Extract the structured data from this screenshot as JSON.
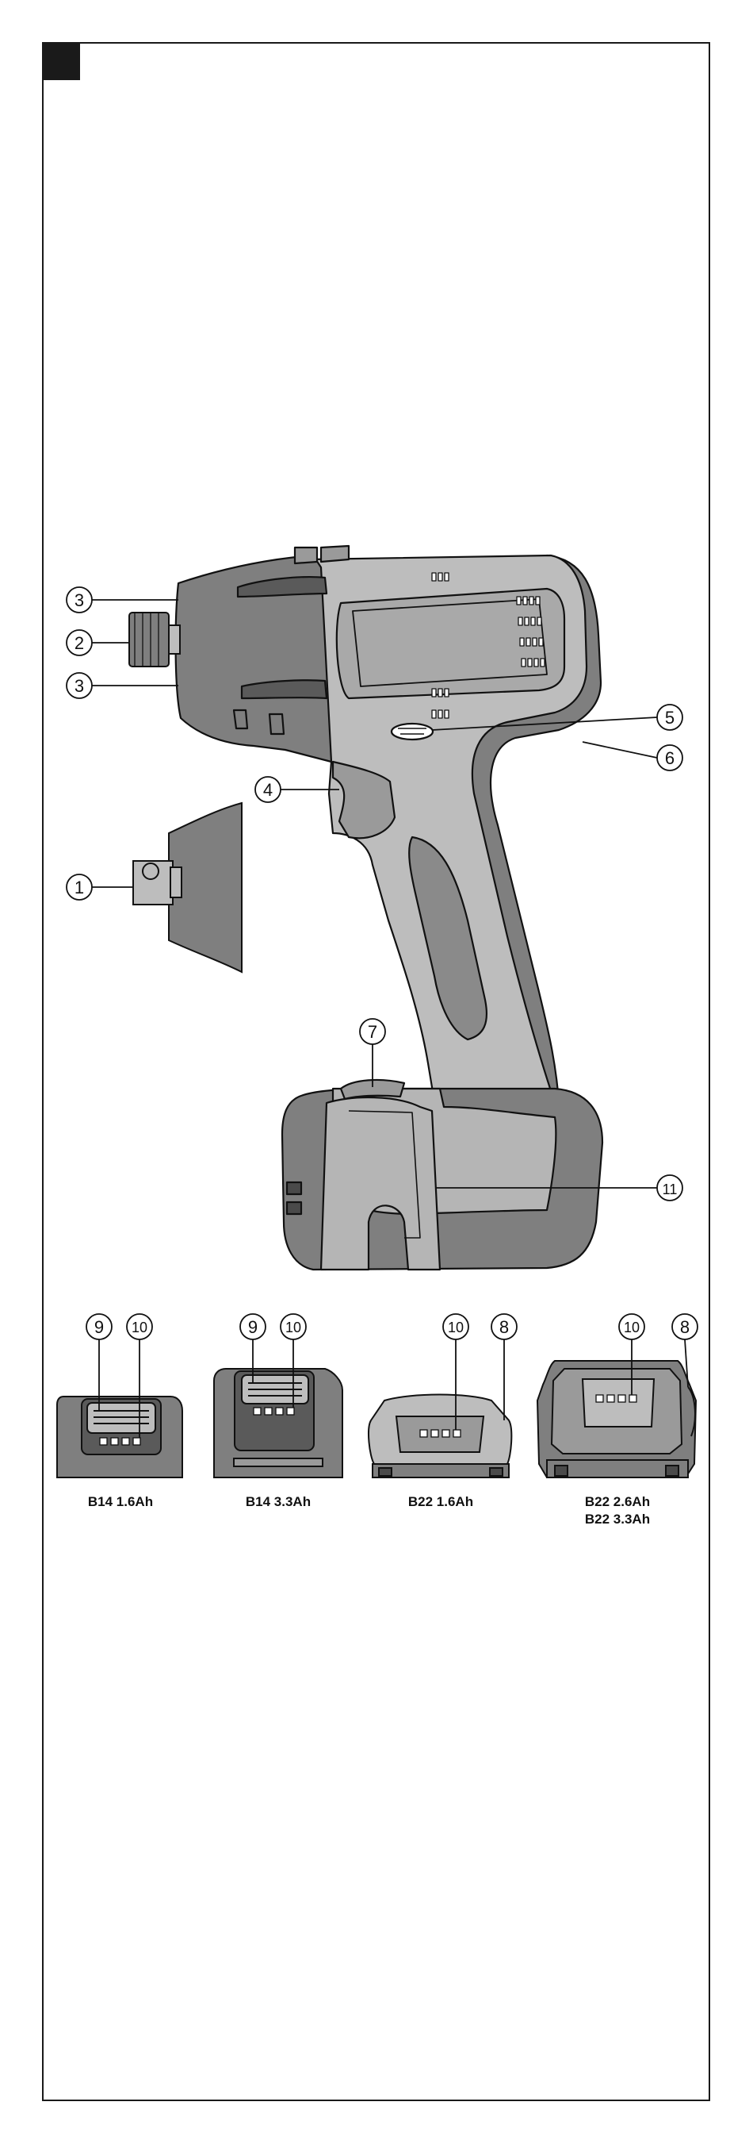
{
  "colors": {
    "frame": "#1a1a1a",
    "body_dark": "#7f7f7f",
    "body_light": "#bdbdbd",
    "body_mid": "#9a9a9a",
    "battery_light": "#b5b5b5",
    "outline": "#111111",
    "panel_dark": "#4a4a4a"
  },
  "callouts": {
    "c1": "1",
    "c2": "2",
    "c3a": "3",
    "c3b": "3",
    "c4": "4",
    "c5": "5",
    "c6": "6",
    "c7": "7",
    "c8a": "8",
    "c8b": "8",
    "c9a": "9",
    "c9b": "9",
    "c10a": "10",
    "c10b": "10",
    "c10c": "10",
    "c10d": "10",
    "c11": "11"
  },
  "batteries": {
    "b14_16": "B14 1.6Ah",
    "b14_33": "B14 3.3Ah",
    "b22_16": "B22 1.6Ah",
    "b22_26": "B22 2.6Ah",
    "b22_33": "B22 3.3Ah"
  }
}
